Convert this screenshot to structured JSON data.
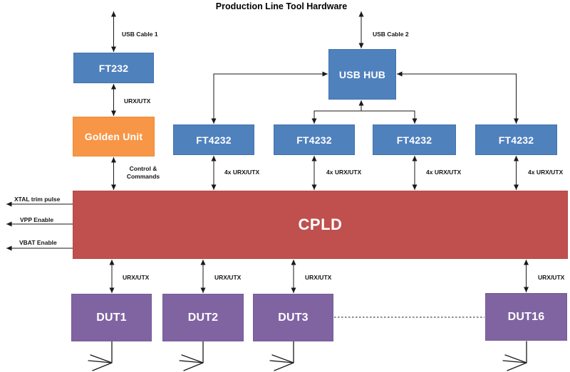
{
  "title": "Production Line Tool Hardware",
  "colors": {
    "block_blue": "#4F81BD",
    "block_orange": "#F79646",
    "block_red": "#C0504D",
    "block_purple": "#8064A2",
    "wire": "#1A1A1A"
  },
  "blocks": {
    "ft232": "FT232",
    "usb_hub": "USB HUB",
    "golden_unit": "Golden Unit",
    "ft4232": [
      "FT4232",
      "FT4232",
      "FT4232",
      "FT4232"
    ],
    "cpld": "CPLD",
    "duts": [
      "DUT1",
      "DUT2",
      "DUT3",
      "DUT16"
    ]
  },
  "labels": {
    "usb_cable_1": "USB Cable 1",
    "usb_cable_2": "USB Cable 2",
    "ft232_golden": "URX/UTX",
    "control_line1": "Control &",
    "control_line2": "Commands",
    "ft4232_cpld": [
      "4x URX/UTX",
      "4x URX/UTX",
      "4x URX/UTX",
      "4x URX/UTX"
    ],
    "cpld_outputs": [
      "XTAL trim pulse",
      "VPP Enable",
      "VBAT Enable"
    ],
    "cpld_duts": [
      "URX/UTX",
      "URX/UTX",
      "URX/UTX",
      "URX/UTX"
    ]
  }
}
